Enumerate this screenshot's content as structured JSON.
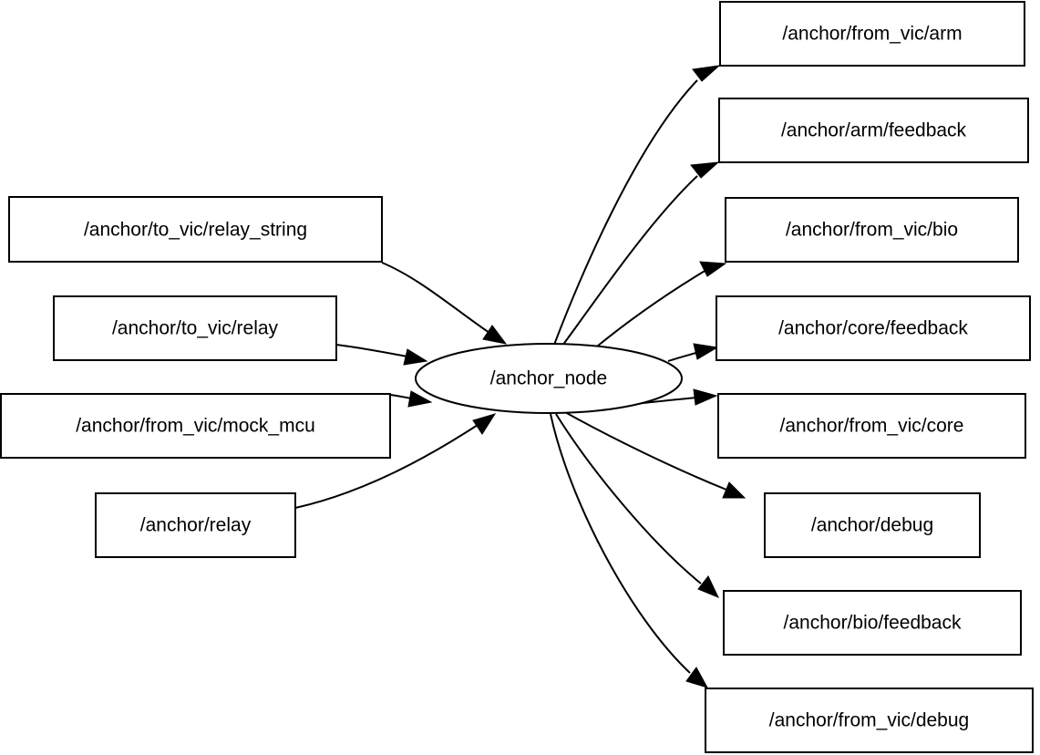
{
  "diagram": {
    "type": "ros-node-graph",
    "title": "",
    "background_color": "#ffffff",
    "stroke_color": "#000000",
    "node_fill_color": "#ffffff",
    "center_node": {
      "id": "anchor_node",
      "label": "/anchor_node",
      "shape": "ellipse"
    },
    "publisher_topics": [
      {
        "id": "to_vic_relay_string",
        "label": "/anchor/to_vic/relay_string",
        "shape": "box"
      },
      {
        "id": "to_vic_relay",
        "label": "/anchor/to_vic/relay",
        "shape": "box"
      },
      {
        "id": "from_vic_mock_mcu",
        "label": "/anchor/from_vic/mock_mcu",
        "shape": "box"
      },
      {
        "id": "relay",
        "label": "/anchor/relay",
        "shape": "box"
      }
    ],
    "subscriber_topics": [
      {
        "id": "from_vic_arm",
        "label": "/anchor/from_vic/arm",
        "shape": "box"
      },
      {
        "id": "arm_feedback",
        "label": "/anchor/arm/feedback",
        "shape": "box"
      },
      {
        "id": "from_vic_bio",
        "label": "/anchor/from_vic/bio",
        "shape": "box"
      },
      {
        "id": "core_feedback",
        "label": "/anchor/core/feedback",
        "shape": "box"
      },
      {
        "id": "from_vic_core",
        "label": "/anchor/from_vic/core",
        "shape": "box"
      },
      {
        "id": "debug",
        "label": "/anchor/debug",
        "shape": "box"
      },
      {
        "id": "bio_feedback",
        "label": "/anchor/bio/feedback",
        "shape": "box"
      },
      {
        "id": "from_vic_debug",
        "label": "/anchor/from_vic/debug",
        "shape": "box"
      }
    ],
    "edges": [
      {
        "from": "to_vic_relay_string",
        "to": "anchor_node",
        "direction": "in"
      },
      {
        "from": "to_vic_relay",
        "to": "anchor_node",
        "direction": "in"
      },
      {
        "from": "from_vic_mock_mcu",
        "to": "anchor_node",
        "direction": "in"
      },
      {
        "from": "relay",
        "to": "anchor_node",
        "direction": "in"
      },
      {
        "from": "anchor_node",
        "to": "from_vic_arm",
        "direction": "out"
      },
      {
        "from": "anchor_node",
        "to": "arm_feedback",
        "direction": "out"
      },
      {
        "from": "anchor_node",
        "to": "from_vic_bio",
        "direction": "out"
      },
      {
        "from": "anchor_node",
        "to": "core_feedback",
        "direction": "out"
      },
      {
        "from": "anchor_node",
        "to": "from_vic_core",
        "direction": "out"
      },
      {
        "from": "anchor_node",
        "to": "debug",
        "direction": "out"
      },
      {
        "from": "anchor_node",
        "to": "bio_feedback",
        "direction": "out"
      },
      {
        "from": "anchor_node",
        "to": "from_vic_debug",
        "direction": "out"
      }
    ]
  }
}
